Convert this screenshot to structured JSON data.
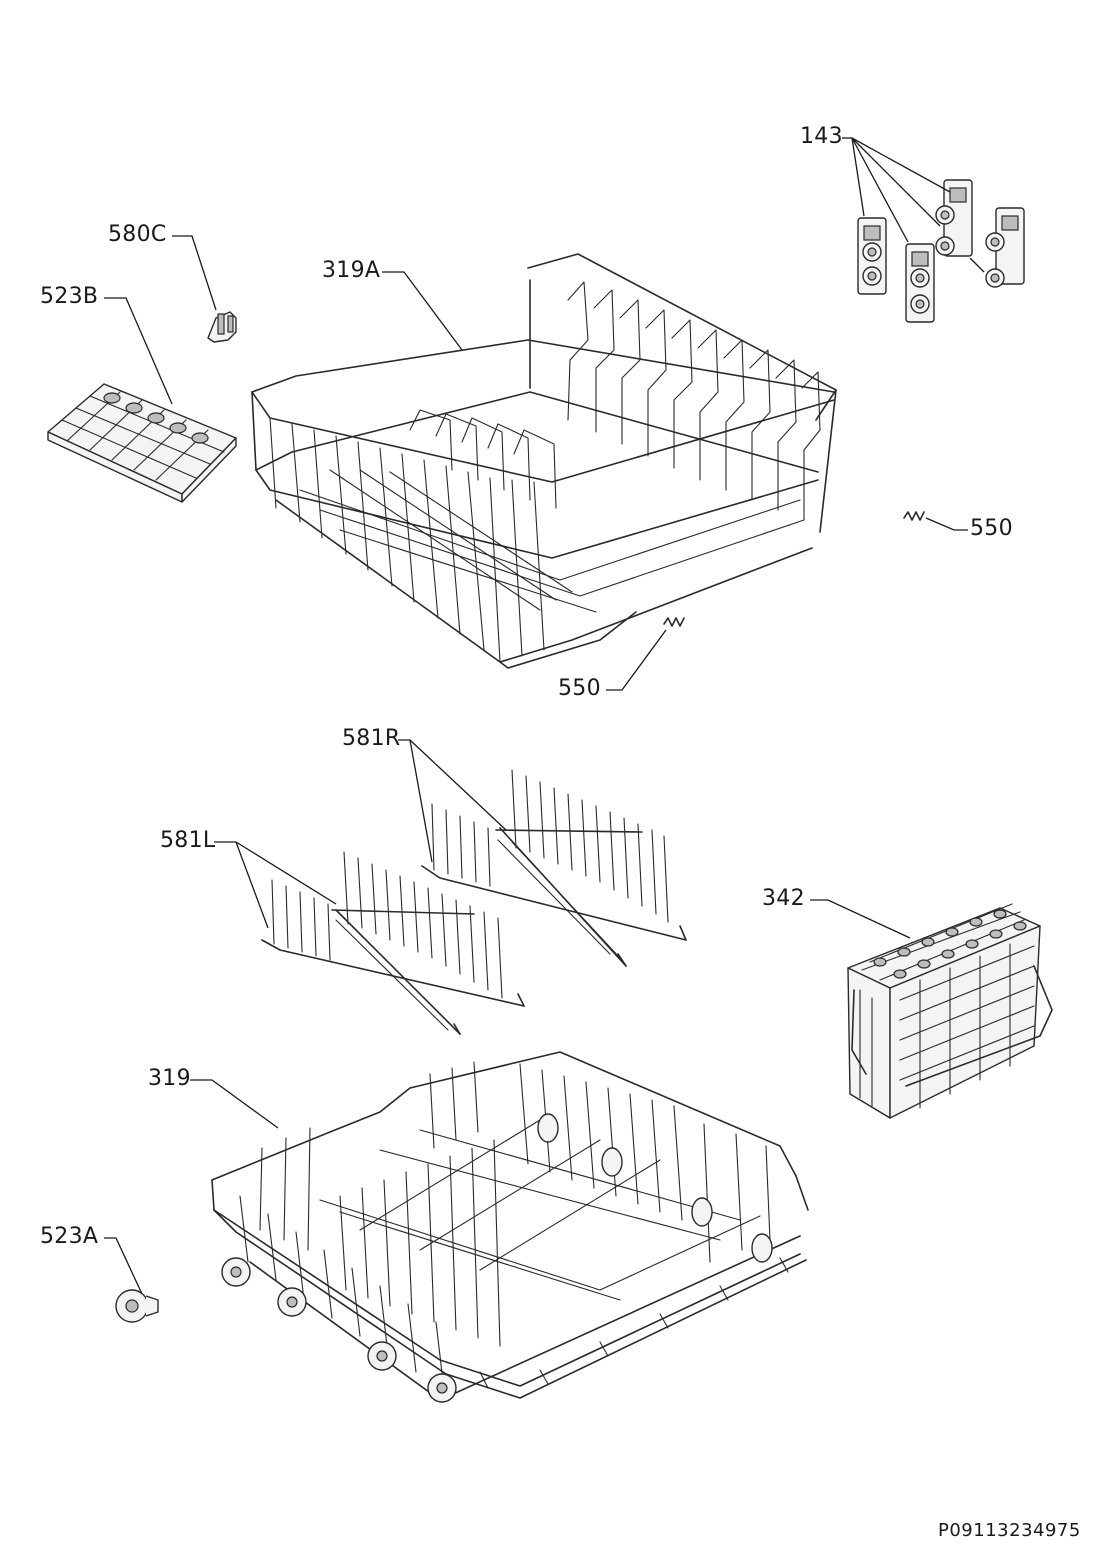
{
  "labels": {
    "l143": "143",
    "l580c": "580C",
    "l319a": "319A",
    "l523b": "523B",
    "l550a": "550",
    "l550b": "550",
    "l581r": "581R",
    "l581l": "581L",
    "l342": "342",
    "l319": "319",
    "l523a": "523A"
  },
  "document_id": "P09113234975"
}
